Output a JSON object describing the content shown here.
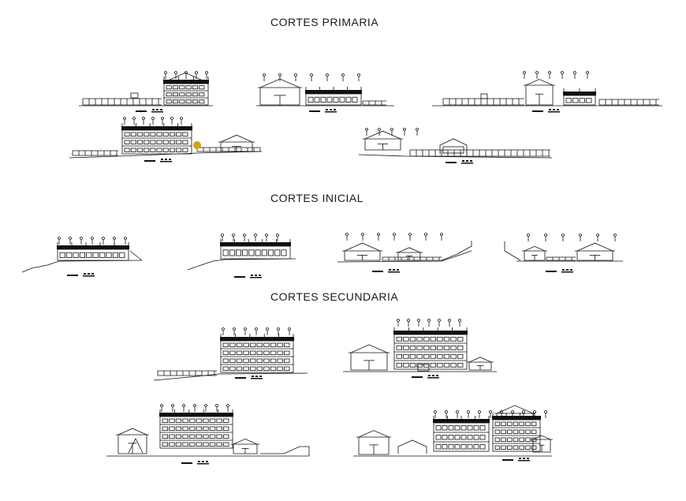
{
  "sheet": {
    "titles": {
      "primaria": "CORTES PRIMARIA",
      "inicial": "CORTES INICIAL",
      "secundaria": "CORTES SECUNDARIA"
    },
    "colors": {
      "line": "#111111",
      "accent": "#d4a017",
      "background": "#ffffff"
    }
  }
}
